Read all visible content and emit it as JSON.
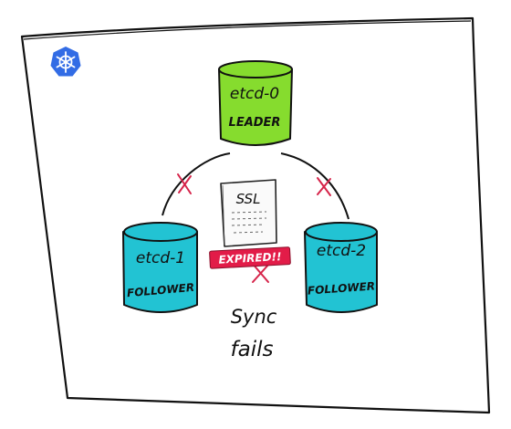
{
  "nodes": {
    "leader": {
      "name": "etcd-0",
      "role": "LEADER"
    },
    "follower1": {
      "name": "etcd-1",
      "role": "FOLLOWER"
    },
    "follower2": {
      "name": "etcd-2",
      "role": "FOLLOWER"
    }
  },
  "certificate": {
    "title": "SSL",
    "badge": "EXPIRED!!"
  },
  "note": {
    "line1": "Sync",
    "line2": "fails"
  },
  "colors": {
    "leader": "#86dc2e",
    "follower": "#22c3d3",
    "badge": "#e21c48",
    "cross": "#d6244a",
    "logo": "#326ce5"
  },
  "icons": {
    "logo": "kubernetes-helm-icon"
  }
}
